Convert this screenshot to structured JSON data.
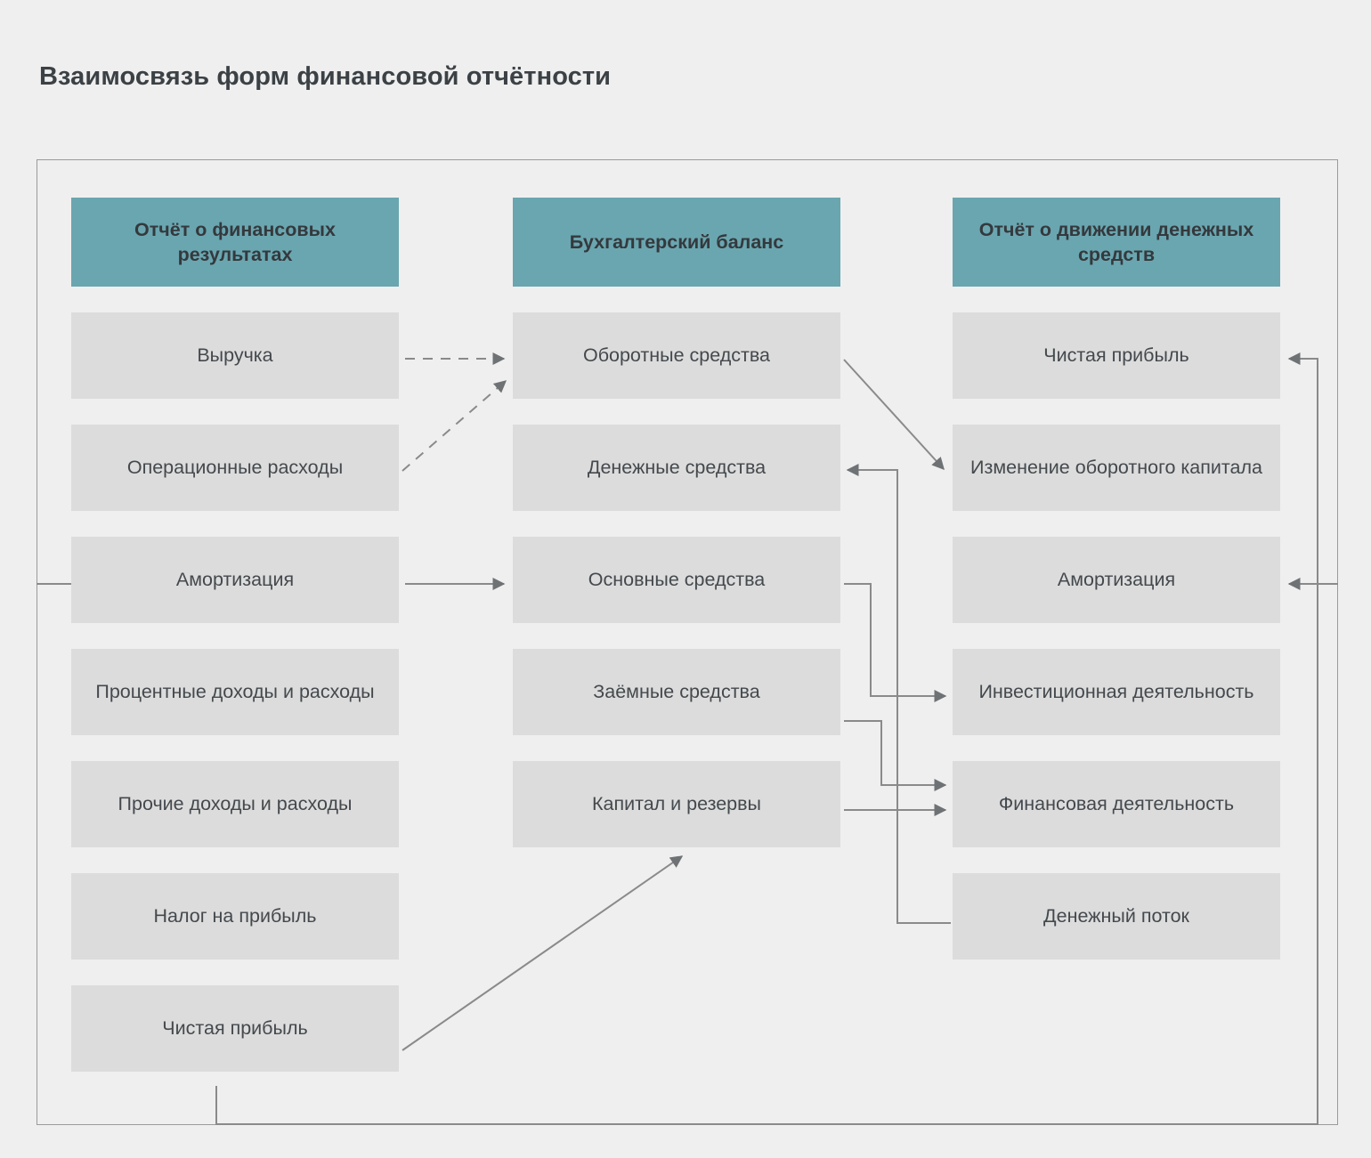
{
  "page": {
    "title": "Взаимосвязь форм финансовой отчётности",
    "background_color": "#efefef",
    "accent_color": "#6aa6b0",
    "cell_color": "#dcdcdc",
    "line_color": "#8a8a8a",
    "text_color": "#44494d"
  },
  "columns": [
    {
      "id": "income-statement",
      "header": "Отчёт о финансовых результатах",
      "items": [
        {
          "label": "Выручка"
        },
        {
          "label": "Операционные расходы"
        },
        {
          "label": "Амортизация"
        },
        {
          "label": "Процентные доходы и расходы"
        },
        {
          "label": "Прочие доходы и расходы"
        },
        {
          "label": "Налог на прибыль"
        },
        {
          "label": "Чистая прибыль"
        }
      ]
    },
    {
      "id": "balance-sheet",
      "header": "Бухгалтерский баланс",
      "items": [
        {
          "label": "Оборотные средства"
        },
        {
          "label": "Денежные средства"
        },
        {
          "label": "Основные средства"
        },
        {
          "label": "Заёмные средства"
        },
        {
          "label": "Капитал и резервы"
        }
      ]
    },
    {
      "id": "cash-flow-statement",
      "header": "Отчёт о движении денежных средств",
      "items": [
        {
          "label": "Чистая прибыль"
        },
        {
          "label": "Изменение оборотного капитала"
        },
        {
          "label": "Амортизация"
        },
        {
          "label": "Инвестиционная деятельность"
        },
        {
          "label": "Финансовая деятельность"
        },
        {
          "label": "Денежный поток"
        }
      ]
    }
  ],
  "connections": [
    {
      "id": "revenue-to-current-assets",
      "from": "Выручка",
      "to": "Оборотные средства",
      "style": "dashed"
    },
    {
      "id": "opex-to-current-assets",
      "from": "Операционные расходы",
      "to": "Оборотные средства",
      "style": "dashed"
    },
    {
      "id": "depreciation-to-fixed-assets",
      "from": "Амортизация",
      "to": "Основные средства",
      "style": "solid"
    },
    {
      "id": "current-assets-to-wc-change",
      "from": "Оборотные средства",
      "to": "Изменение оборотного капитала",
      "style": "solid"
    },
    {
      "id": "fixed-assets-to-investing",
      "from": "Основные средства",
      "to": "Инвестиционная деятельность",
      "style": "solid"
    },
    {
      "id": "debt-to-financing",
      "from": "Заёмные средства",
      "to": "Финансовая деятельность",
      "style": "solid"
    },
    {
      "id": "equity-to-financing",
      "from": "Капитал и резервы",
      "to": "Финансовая деятельность",
      "style": "solid"
    },
    {
      "id": "cashflow-to-cash",
      "from": "Денежный поток",
      "to": "Денежные средства",
      "style": "solid"
    },
    {
      "id": "net-profit-to-cf-net-profit",
      "from": "Чистая прибыль",
      "to": "Чистая прибыль",
      "style": "solid"
    },
    {
      "id": "frame-to-cf-depreciation",
      "from": "Амортизация",
      "to": "Амортизация",
      "style": "solid"
    },
    {
      "id": "net-profit-to-equity",
      "from": "Чистая прибыль",
      "to": "Капитал и резервы",
      "style": "solid"
    }
  ]
}
